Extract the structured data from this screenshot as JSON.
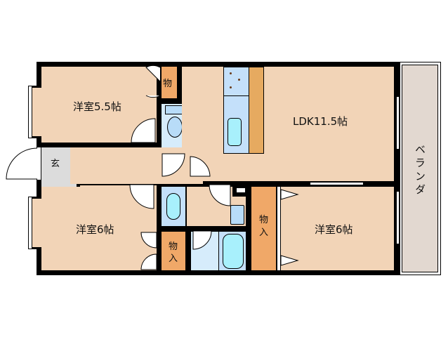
{
  "floorplan": {
    "rooms": {
      "western1": {
        "label": "洋室5.5帖"
      },
      "ldk": {
        "label": "LDK11.5帖"
      },
      "western2": {
        "label": "洋室6帖"
      },
      "western3": {
        "label": "洋室6帖"
      },
      "entrance": {
        "label": "玄"
      },
      "balcony": {
        "label": "ベランダ"
      },
      "storage_top": {
        "label": "物"
      },
      "storage_mid": {
        "label": "物入"
      },
      "storage_right": {
        "label": "物入"
      }
    },
    "colors": {
      "room_fill": "#f2d4b7",
      "storage_fill": "#f0a868",
      "kitchen_counter": "#e6aa60",
      "wet_area": "#d6ecfb",
      "fixture": "#b8dcf8",
      "balcony_fill": "#e2d8d0",
      "entrance_fill": "#dcdcdc",
      "wall": "#000000"
    }
  }
}
